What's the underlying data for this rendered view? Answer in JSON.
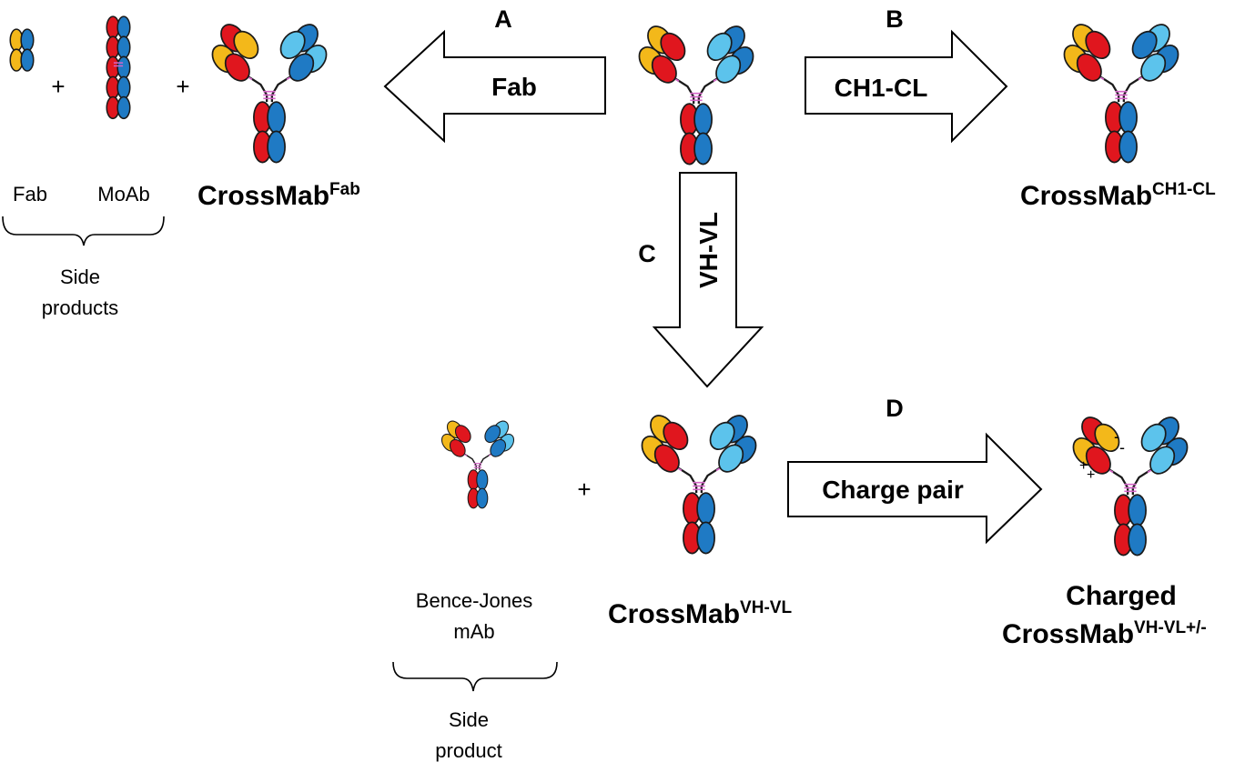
{
  "colors": {
    "red": "#e0161e",
    "yellow": "#f3b81a",
    "blue": "#1f7ac4",
    "light_blue": "#5cc3ec",
    "outline": "#1a1a1a",
    "linker": "#d466c8"
  },
  "steps": {
    "a": {
      "letter": "A",
      "arrow_label": "Fab"
    },
    "b": {
      "letter": "B",
      "arrow_label": "CH1-CL"
    },
    "c": {
      "letter": "C",
      "arrow_label": "VH-VL"
    },
    "d": {
      "letter": "D",
      "arrow_label": "Charge pair"
    }
  },
  "labels": {
    "fab": "Fab",
    "moab": "MoAb",
    "side_products": [
      "Side",
      "products"
    ],
    "crossmab_fab": {
      "base": "CrossMab",
      "sup": "Fab"
    },
    "crossmab_ch1cl": {
      "base": "CrossMab",
      "sup": "CH1-CL"
    },
    "bence_jones": [
      "Bence-Jones",
      "mAb"
    ],
    "side_product": [
      "Side",
      "product"
    ],
    "crossmab_vhvl": {
      "base": "CrossMab",
      "sup": "VH-VL"
    },
    "charged": {
      "line1": "Charged",
      "base": "CrossMab",
      "sup": "VH-VL+/-"
    },
    "plus": "+",
    "charge_plus": "+",
    "charge_minus": "-"
  }
}
